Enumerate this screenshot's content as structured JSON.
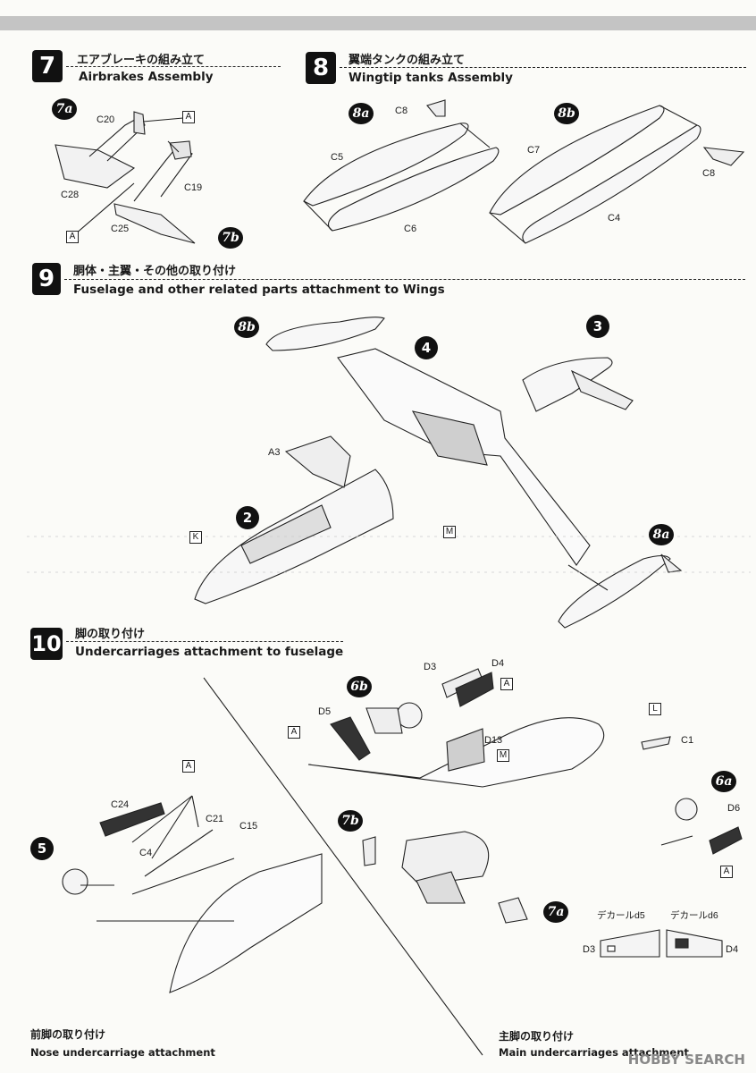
{
  "steps": [
    {
      "num": "7",
      "jp": "エアブレーキの組み立て",
      "en": "Airbrakes Assembly"
    },
    {
      "num": "8",
      "jp": "翼端タンクの組み立て",
      "en": "Wingtip tanks Assembly"
    },
    {
      "num": "9",
      "jp": "胴体・主翼・その他の取り付け",
      "en": "Fuselage and other related parts attachment to Wings"
    },
    {
      "num": "10",
      "jp": "脚の取り付け",
      "en": "Undercarriages attachment to fuselage"
    }
  ],
  "step7": {
    "tag": "7a",
    "tag2": "7b",
    "parts": [
      "C20",
      "C19",
      "C28",
      "C25"
    ],
    "box": "A"
  },
  "step8": {
    "tag_a": "8a",
    "tag_b": "8b",
    "parts": [
      "C8",
      "C5",
      "C6",
      "C7",
      "C4",
      "C8"
    ]
  },
  "step9": {
    "tag_b": "8b",
    "tag_a": "8a",
    "refs": [
      "3",
      "4",
      "2"
    ],
    "parts": [
      "A3"
    ],
    "boxes": [
      "K",
      "M"
    ]
  },
  "step10": {
    "refs": [
      "5"
    ],
    "tags": [
      "6b",
      "7b",
      "6a",
      "7a"
    ],
    "parts": [
      "D3",
      "D4",
      "D5",
      "D13",
      "C1",
      "D6",
      "C24",
      "C21",
      "C15",
      "C4"
    ],
    "boxes": [
      "A",
      "M",
      "L"
    ],
    "decals": [
      "デカールd5",
      "デカールd6"
    ],
    "decal_parts": [
      "D3",
      "D4"
    ],
    "nose_jp": "前脚の取り付け",
    "nose_en": "Nose undercarriage attachment",
    "main_jp": "主脚の取り付け",
    "main_en": "Main undercarriages attachment"
  },
  "watermark": "HOBBY SEARCH"
}
